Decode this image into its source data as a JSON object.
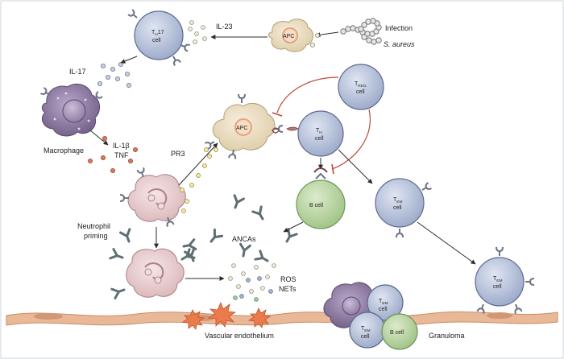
{
  "labels": {
    "infection": "Infection",
    "s_aureus": "S. aureus",
    "apc": "APC",
    "il23": "IL-23",
    "th17_main": "T",
    "th17_sub": "H",
    "th17_tail": "17",
    "cell": "cell",
    "il17": "IL-17",
    "macrophage": "Macrophage",
    "il1b": "IL-1β",
    "tnf": "TNF",
    "pr3": "PR3",
    "treg_main": "T",
    "treg_sub": "REG",
    "th_main": "T",
    "th_sub": "H",
    "b_cell": "B cell",
    "tem_main": "T",
    "tem_sub": "EM",
    "neutrophil_priming_1": "Neutrophil",
    "neutrophil_priming_2": "priming",
    "ancas": "ANCAs",
    "ros": "ROS",
    "nets": "NETs",
    "vascular_endothelium": "Vascular endothelium",
    "granuloma": "Granuloma"
  },
  "colors": {
    "t_cell": "#b7c2db",
    "t_cell_stroke": "#5d6a93",
    "b_cell": "#b9d49f",
    "b_cell_stroke": "#6f9656",
    "apc": "#efe2c8",
    "apc_core": "#e8a27c",
    "macrophage": "#8d7aa2",
    "neutrophil": "#ead1d3",
    "endothelium": "#e7b08d",
    "nets": "#ea7b4c",
    "inhibition": "#c0483a",
    "receptor": "#7c8595",
    "antibody": "#5e6f74"
  },
  "icons": {
    "bacteria": "bacteria-chain-icon",
    "antibody": "antibody-y-icon",
    "receptor": "receptor-icon",
    "cytokine": "cytokine-dot-icon"
  }
}
